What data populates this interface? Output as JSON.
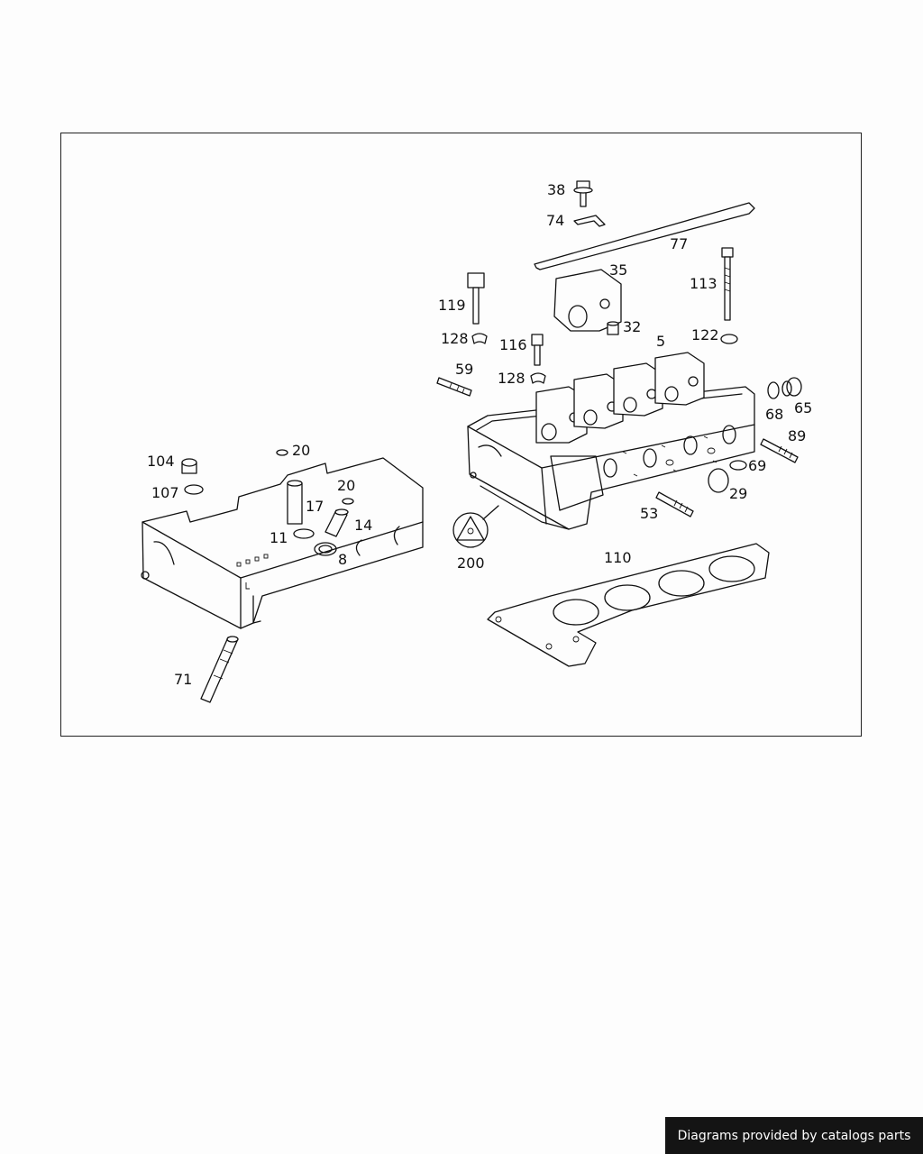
{
  "labels": {
    "p38": "38",
    "p74": "74",
    "p77": "77",
    "p35": "35",
    "p113": "113",
    "p119": "119",
    "p32": "32",
    "p128a": "128",
    "p116": "116",
    "p5": "5",
    "p122": "122",
    "p59": "59",
    "p128b": "128",
    "p68": "68",
    "p65": "65",
    "p89": "89",
    "p20a": "20",
    "p104": "104",
    "p20b": "20",
    "p107": "107",
    "p17": "17",
    "p14": "14",
    "p11": "11",
    "p8": "8",
    "p69": "69",
    "p29": "29",
    "p53": "53",
    "p200": "200",
    "p110": "110",
    "p71": "71"
  },
  "footer": {
    "credit": "Diagrams provided by catalogs parts"
  },
  "colors": {
    "line": "#111111",
    "background": "#fdfdfd",
    "footer_bg": "#141414",
    "footer_text": "#ffffff"
  }
}
